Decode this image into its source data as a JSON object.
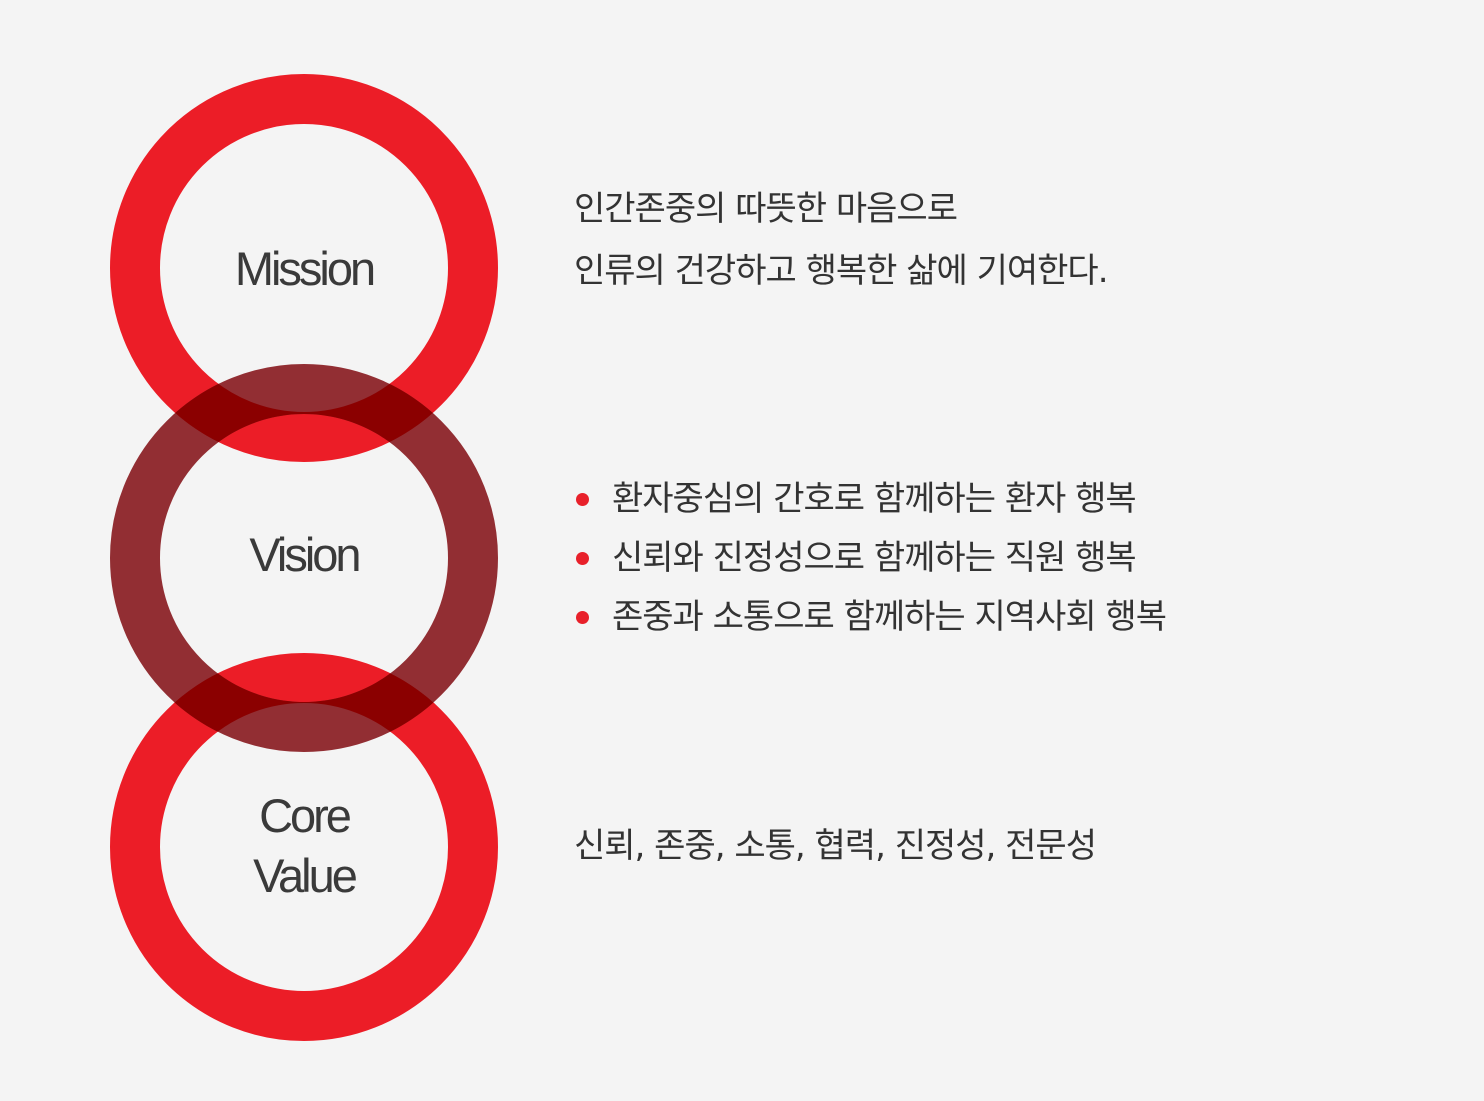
{
  "colors": {
    "background": "#f4f4f4",
    "ring_red": "#ec1d27",
    "ring_dark": "#922e33",
    "ring_overlap": "#8b0000",
    "label_text": "#3a3a3a",
    "body_text": "#333333",
    "bullet": "#e8202a"
  },
  "rings": {
    "mission": {
      "label": "Mission"
    },
    "vision": {
      "label": "Vision"
    },
    "core_value": {
      "label_line1": "Core",
      "label_line2": "Value"
    }
  },
  "mission": {
    "line1": "인간존중의 따뜻한 마음으로",
    "line2": "인류의 건강하고 행복한 삶에 기여한다."
  },
  "vision": {
    "items": [
      "환자중심의 간호로 함께하는 환자 행복",
      "신뢰와 진정성으로 함께하는 직원 행복",
      "존중과 소통으로 함께하는 지역사회 행복"
    ]
  },
  "core_value": {
    "text": "신뢰, 존중, 소통, 협력, 진정성, 전문성"
  }
}
